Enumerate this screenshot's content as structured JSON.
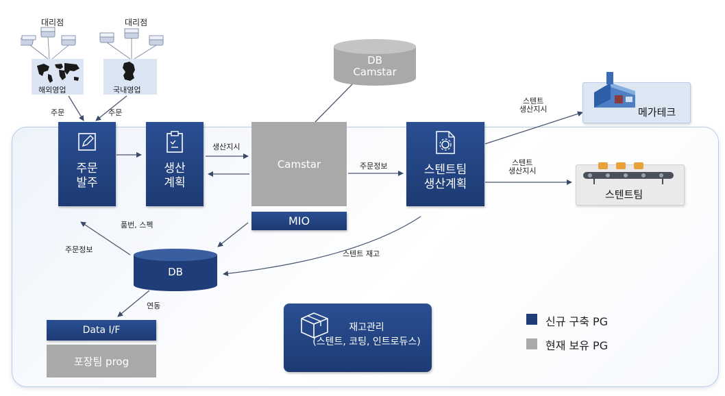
{
  "agencies": {
    "left_label": "대리점",
    "right_label": "대리점",
    "overseas": "해외영업",
    "domestic": "국내영업"
  },
  "edges": {
    "order_left": "주문",
    "order_right": "주문",
    "production_instruction": "생산지시",
    "order_info_camstar": "주문정보",
    "stent_instruction_top": "스텐트\n생산지시",
    "stent_instruction_mid": "스텐트\n생산지시",
    "part_number_stock": "품번, 스펙",
    "order_info_db": "주문정보",
    "stent_inventory": "스텐트 재고",
    "link": "연동"
  },
  "boxes": {
    "order": "주문\n발주",
    "production_plan": "생산\n계획",
    "camstar": "Camstar",
    "mio": "MIO",
    "stent_plan": "스텐트팀\n생산계획",
    "db_camstar": "DB\nCamstar",
    "db": "DB",
    "data_if": "Data  I/F",
    "packaging": "포장팀  prog",
    "inventory": "재고관리\n(스텐트, 코팅, 인트로듀스)",
    "megatech": "메가테크",
    "stent_team": "스텐트팀"
  },
  "legend": {
    "new_build": "신규 구축 PG",
    "existing": "현재 보유 PG"
  },
  "colors": {
    "navy": "#1f3d78",
    "grey": "#a9a9a9",
    "panel_border": "#b9cbe6"
  }
}
